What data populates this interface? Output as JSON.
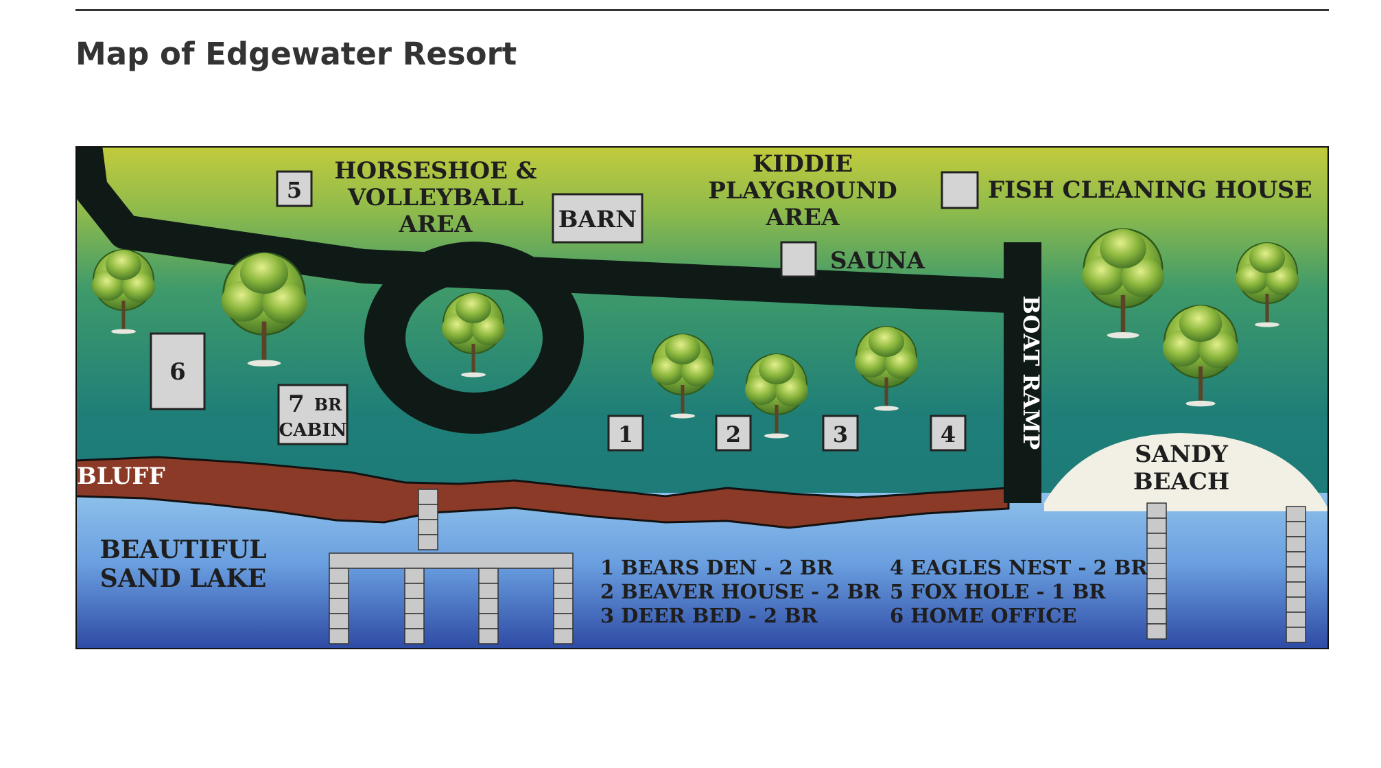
{
  "page": {
    "title": "Map of Edgewater Resort"
  },
  "map": {
    "areas": {
      "horseshoe": [
        "HORSESHOE &",
        "VOLLEYBALL",
        "AREA"
      ],
      "kiddie": [
        "KIDDIE",
        "PLAYGROUND",
        "AREA"
      ],
      "fish_cleaning": "FISH CLEANING HOUSE",
      "sauna": "SAUNA",
      "barn": "BARN",
      "boat_ramp": "BOAT RAMP",
      "bluff": "BLUFF",
      "sandy_beach": [
        "SANDY",
        "BEACH"
      ],
      "lake": [
        "BEAUTIFUL",
        "SAND LAKE"
      ]
    },
    "buildings": {
      "b1": "1",
      "b2": "2",
      "b3": "3",
      "b4": "4",
      "b5": "5",
      "b6": "6",
      "b7_num": "7",
      "b7_br": "BR",
      "b7_cabin": "CABIN"
    },
    "legend": [
      "1 BEARS DEN - 2 BR",
      "2 BEAVER HOUSE - 2 BR",
      "3 DEER BED - 2 BR",
      "4 EAGLES NEST - 2 BR",
      "5 FOX HOLE - 1 BR",
      "6 HOME OFFICE"
    ],
    "colors": {
      "grass_top": "#b9c83a",
      "grass_mid": "#3f9a6a",
      "grass_low": "#1f7a78",
      "road": "#0f1a17",
      "bluff": "#8a3a26",
      "water_top": "#8ec1ea",
      "water_bottom": "#2f4fa8",
      "beach": "#f2efe4"
    }
  }
}
